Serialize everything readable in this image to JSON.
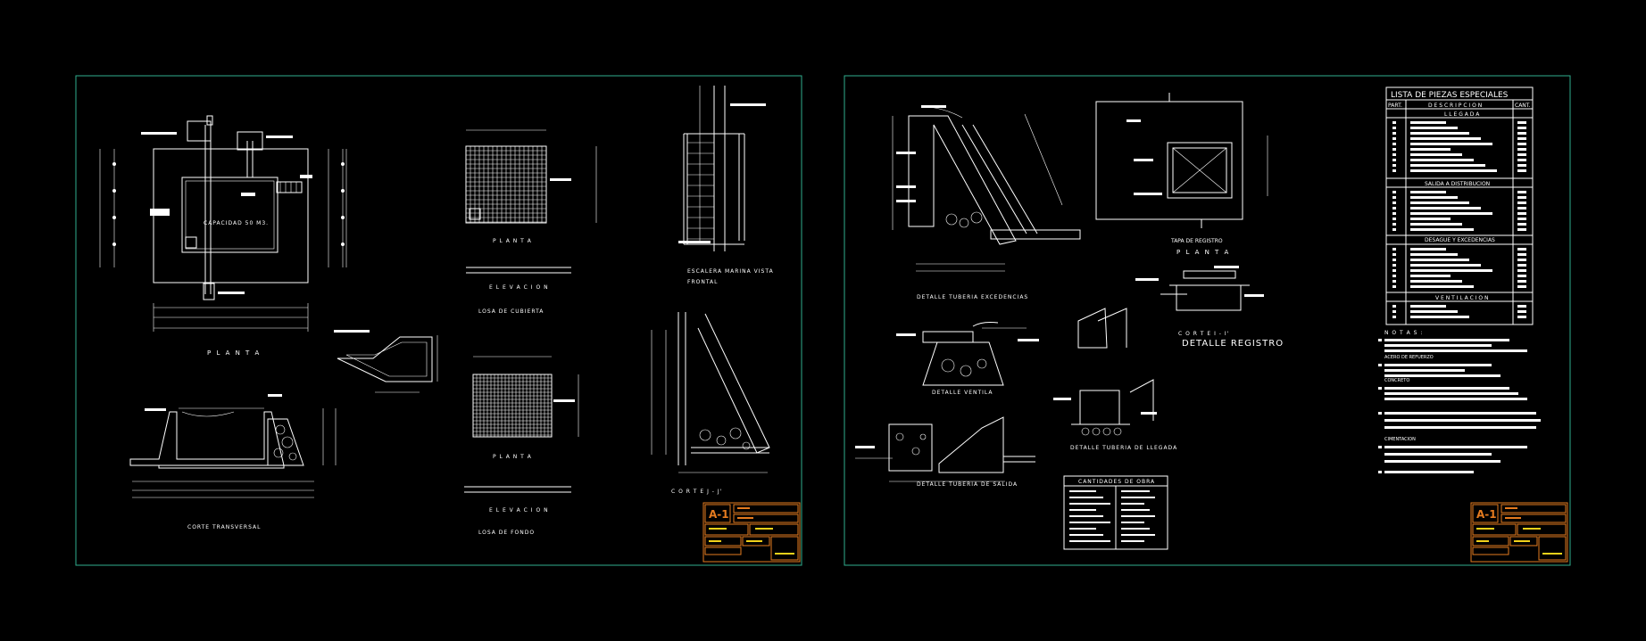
{
  "sheets": [
    {
      "id": "sheet-1",
      "sheet_code": "A-1",
      "labels": {
        "capacity": "CAPACIDAD 50 M3.",
        "planta": "P L A N T A",
        "corte_transversal": "CORTE TRANSVERSAL",
        "planta_cubierta": "P L A N T A",
        "elevacion_cubierta": "E L E V A C I O N",
        "losa_cubierta": "LOSA DE CUBIERTA",
        "planta_fondo": "P L A N T A",
        "elevacion_fondo": "E L E V A C I O N",
        "losa_fondo": "LOSA DE FONDO",
        "escalera_1": "ESCALERA MARINA VISTA",
        "escalera_2": "FRONTAL",
        "corte_jj": "C O R T E  J - J'"
      }
    },
    {
      "id": "sheet-2",
      "sheet_code": "A-1",
      "labels": {
        "detalle_excedencias": "DETALLE TUBERIA EXCEDENCIAS",
        "tapa_registro": "TAPA DE REGISTRO",
        "planta": "P L A N T A",
        "corte_ii": "C O R T E  I - I'",
        "detalle_registro": "DETALLE REGISTRO",
        "detalle_ventila": "DETALLE VENTILA",
        "detalle_llegada": "DETALLE TUBERIA DE LLEGADA",
        "detalle_salida": "DETALLE TUBERIA DE SALIDA",
        "cantidades_title": "CANTIDADES DE OBRA",
        "piezas_title": "LISTA DE PIEZAS ESPECIALES",
        "col_part": "PART.",
        "col_desc": "D E S C R I P C I O N",
        "col_cant": "CANT.",
        "sec_llegada": "L L E G A D A",
        "sec_salida": "SALIDA  A  DISTRIBUCION",
        "sec_desague": "DESAGUE Y EXCEDENCIAS",
        "sec_ventilacion": "V E N T I L A C I O N",
        "notas": "N O T A S :",
        "acero": "ACERO DE REFUERZO",
        "concreto": "CONCRETO",
        "cimentacion": "CIMENTACION"
      }
    }
  ]
}
